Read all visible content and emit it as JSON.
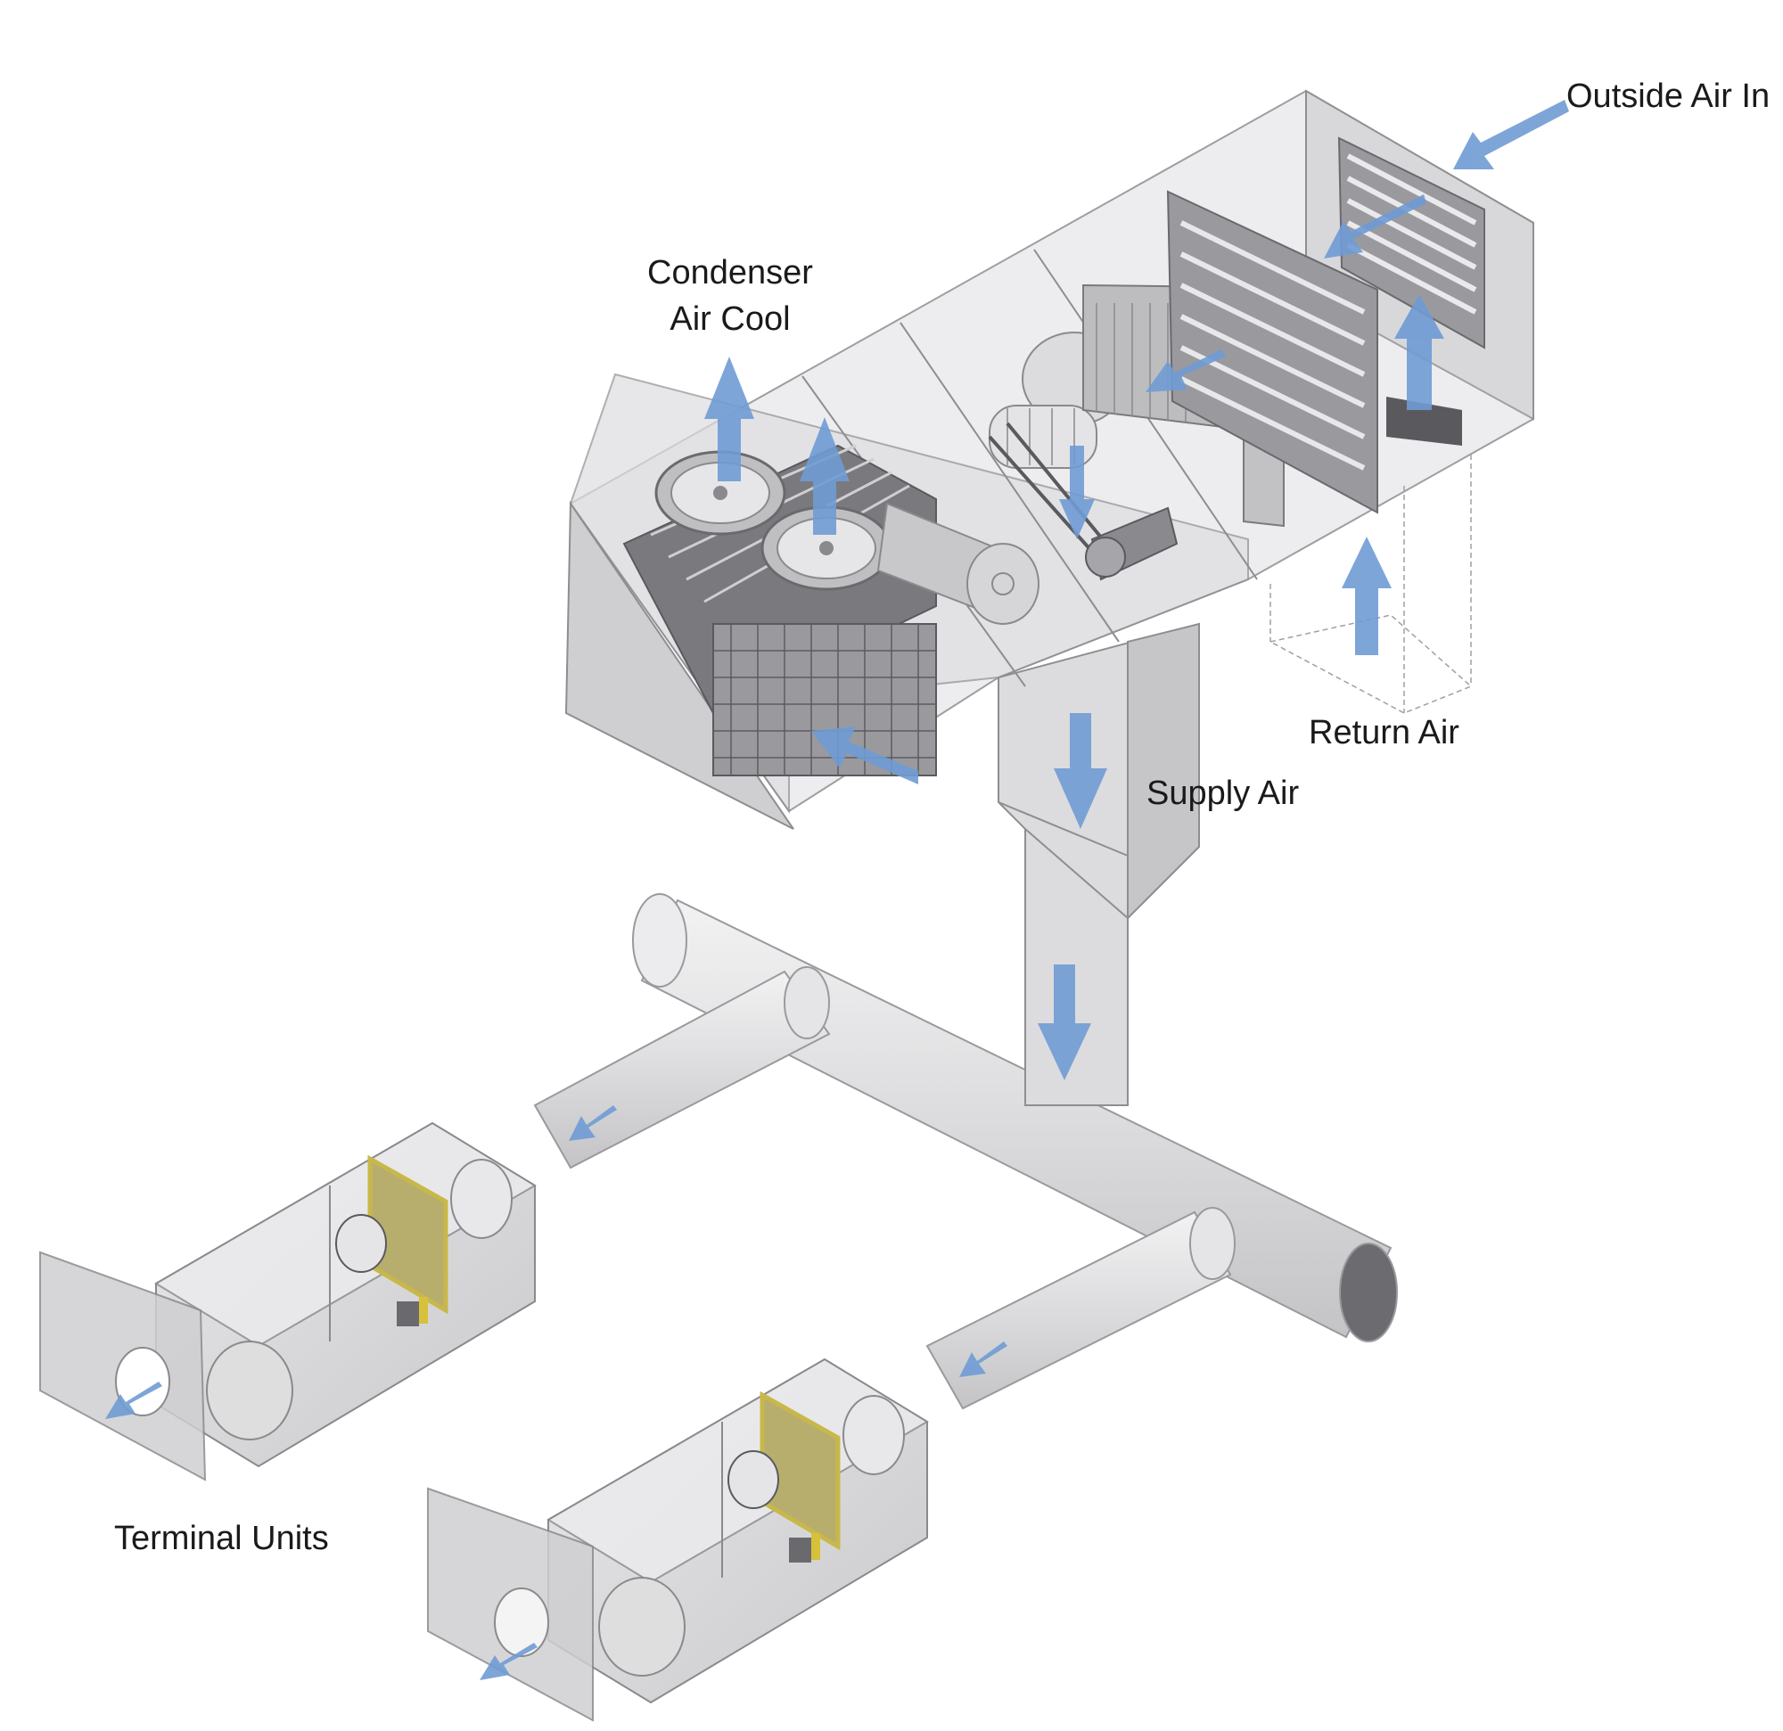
{
  "labels": {
    "outside_air": "Outside Air In",
    "condenser_line1": "Condenser",
    "condenser_line2": "Air Cool",
    "return_air": "Return Air",
    "supply_air": "Supply Air",
    "terminal_units": "Terminal Units"
  },
  "colors": {
    "airflow_arrow": "#6f9bd4",
    "housing": "#d6d7da",
    "duct": "#e3e3e5",
    "filter": "#c8b84a"
  }
}
